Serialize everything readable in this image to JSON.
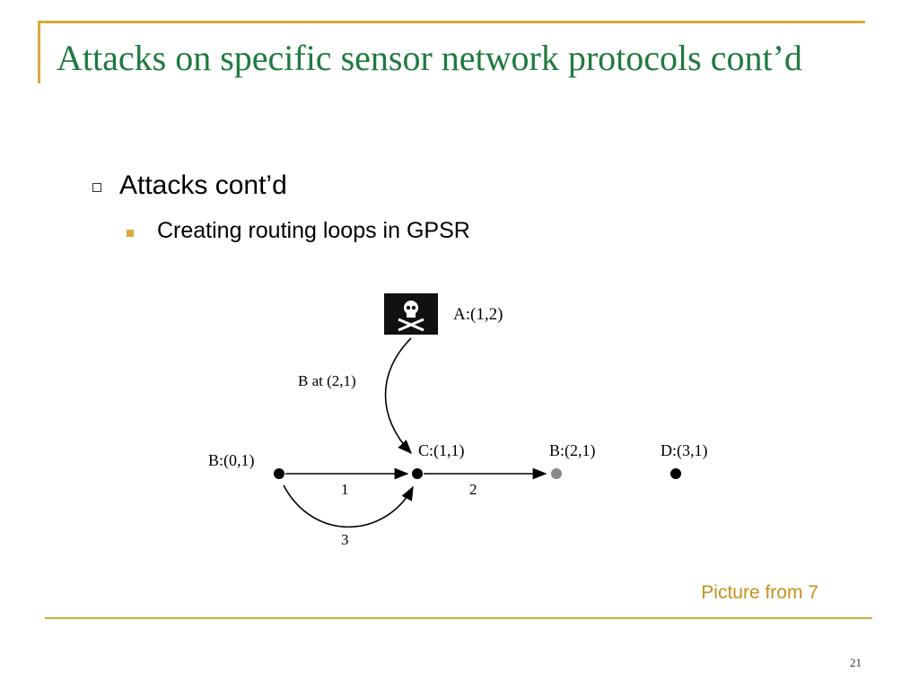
{
  "title": "Attacks on specific sensor network protocols cont’d",
  "bullets": {
    "level1": "Attacks cont’d",
    "level2": "Creating routing loops in GPSR"
  },
  "diagram": {
    "attacker_label": "A:(1,2)",
    "spoof_label": "B at (2,1)",
    "node_b_origin": "B:(0,1)",
    "node_c": "C:(1,1)",
    "node_b_target": "B:(2,1)",
    "node_d": "D:(3,1)",
    "edge_1": "1",
    "edge_2": "2",
    "edge_3": "3",
    "attacker_icon": "skull-crossbones-icon"
  },
  "caption": "Picture from 7",
  "slide_number": "21",
  "colors": {
    "title": "#1f7a3f",
    "accent": "#d9a93a",
    "caption": "#c8901a"
  }
}
